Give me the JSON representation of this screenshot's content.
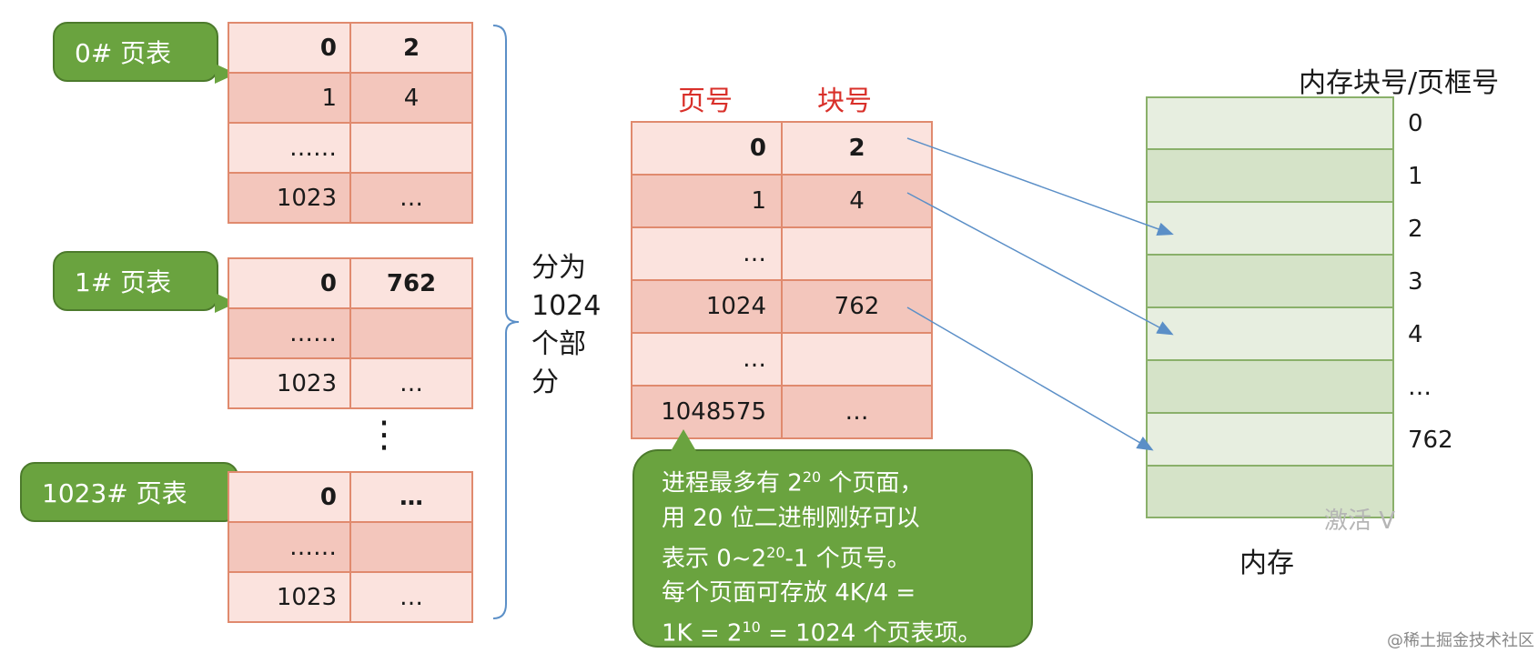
{
  "callouts": [
    "0# 页表",
    "1# 页表",
    "1023# 页表"
  ],
  "table0": [
    [
      "0",
      "2"
    ],
    [
      "1",
      "4"
    ],
    [
      "……",
      ""
    ],
    [
      "1023",
      "…"
    ]
  ],
  "table1": [
    [
      "0",
      "762"
    ],
    [
      "……",
      ""
    ],
    [
      "1023",
      "…"
    ]
  ],
  "table1023": [
    [
      "0",
      "…"
    ],
    [
      "……",
      ""
    ],
    [
      "1023",
      "…"
    ]
  ],
  "vdots": "⋮",
  "brace_text": [
    "分为",
    "1024",
    "个部",
    "分"
  ],
  "middle": {
    "header_page": "页号",
    "header_block": "块号",
    "rows": [
      [
        "0",
        "2"
      ],
      [
        "1",
        "4"
      ],
      [
        "…",
        ""
      ],
      [
        "1024",
        "762"
      ],
      [
        "…",
        ""
      ],
      [
        "1048575",
        "…"
      ]
    ]
  },
  "bubble": {
    "line1_pre": "进程最多有 2",
    "line1_sup": "20",
    "line1_post": " 个页面，",
    "line2": "用 20 位二进制刚好可以",
    "line3_pre": "表示 0~2",
    "line3_sup": "20",
    "line3_post": "-1 个页号。",
    "line4": "每个页面可存放 4K/4 =",
    "line5_pre": "1K = 2",
    "line5_sup": "10",
    "line5_post": " = 1024 个页表项。"
  },
  "memory": {
    "title": "内存块号/页框号",
    "labels": [
      "0",
      "1",
      "2",
      "3",
      "4",
      "…",
      "762"
    ],
    "caption": "内存"
  },
  "watermark_activate": "激活 V",
  "watermark_site": "@稀土掘金技术社区",
  "colors": {
    "callout_green": "#6aa33f",
    "cell_border": "#e08a6e",
    "header_red": "#d9302a",
    "arrow_blue": "#5b8fc7"
  }
}
